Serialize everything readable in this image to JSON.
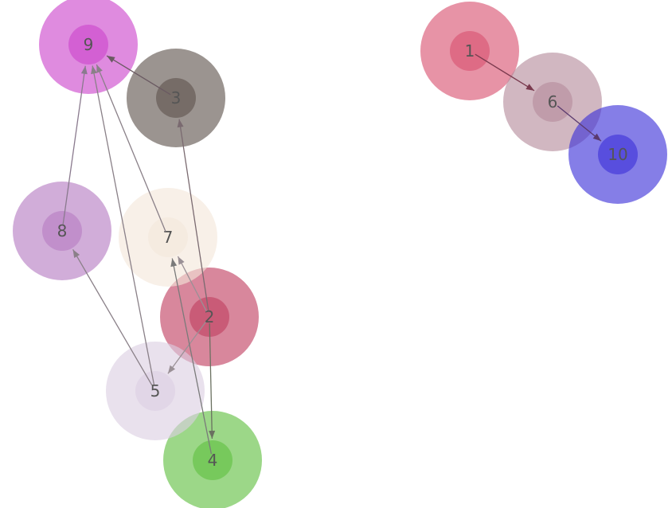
{
  "graph": {
    "nodes": [
      {
        "id": "1",
        "label": "1",
        "color": "#d9506f"
      },
      {
        "id": "2",
        "label": "2",
        "color": "#c03d5f"
      },
      {
        "id": "3",
        "label": "3",
        "color": "#5e524c"
      },
      {
        "id": "4",
        "label": "4",
        "color": "#5fbf3f"
      },
      {
        "id": "5",
        "label": "5",
        "color": "#dccfe2"
      },
      {
        "id": "6",
        "label": "6",
        "color": "#b48a9b"
      },
      {
        "id": "7",
        "label": "7",
        "color": "#f4e7da"
      },
      {
        "id": "8",
        "label": "8",
        "color": "#b57bc2"
      },
      {
        "id": "9",
        "label": "9",
        "color": "#cc44cc"
      },
      {
        "id": "10",
        "label": "10",
        "color": "#3a2fd8"
      }
    ],
    "edges": [
      {
        "source": "1",
        "target": "6",
        "color": "#7a3a4e"
      },
      {
        "source": "6",
        "target": "10",
        "color": "#5a3a6e"
      },
      {
        "source": "3",
        "target": "9",
        "color": "#6a5a62"
      },
      {
        "source": "8",
        "target": "9",
        "color": "#8a7a8e"
      },
      {
        "source": "7",
        "target": "9",
        "color": "#8a8088"
      },
      {
        "source": "5",
        "target": "9",
        "color": "#8a8088"
      },
      {
        "source": "2",
        "target": "3",
        "color": "#7a6a70"
      },
      {
        "source": "2",
        "target": "7",
        "color": "#9a9096"
      },
      {
        "source": "2",
        "target": "5",
        "color": "#9a9096"
      },
      {
        "source": "2",
        "target": "4",
        "color": "#6a7060"
      },
      {
        "source": "4",
        "target": "7",
        "color": "#7a7a7a"
      },
      {
        "source": "5",
        "target": "8",
        "color": "#8a8088"
      }
    ]
  }
}
